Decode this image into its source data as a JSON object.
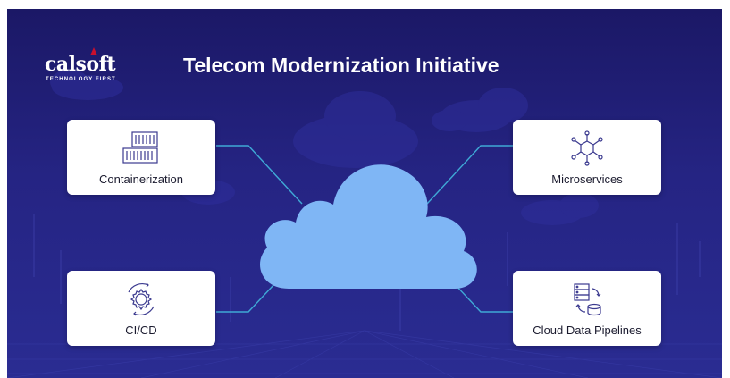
{
  "brand": {
    "name": "calsoft",
    "tagline": "TECHNOLOGY FIRST",
    "accent_color": "#c8102e"
  },
  "title": "Telecom Modernization Initiative",
  "center": {
    "icon": "cloud-icon",
    "color": "#7fb6f5"
  },
  "nodes": [
    {
      "label": "Containerization",
      "icon": "shipping-containers-icon"
    },
    {
      "label": "Microservices",
      "icon": "hexagon-network-icon"
    },
    {
      "label": "CI/CD",
      "icon": "gear-cycle-icon"
    },
    {
      "label": "Cloud Data Pipelines",
      "icon": "database-sync-icon"
    }
  ],
  "colors": {
    "background": "#1f1e74",
    "connector": "#3fa9d6",
    "card": "#ffffff",
    "icon_stroke": "#3b3a8f"
  }
}
